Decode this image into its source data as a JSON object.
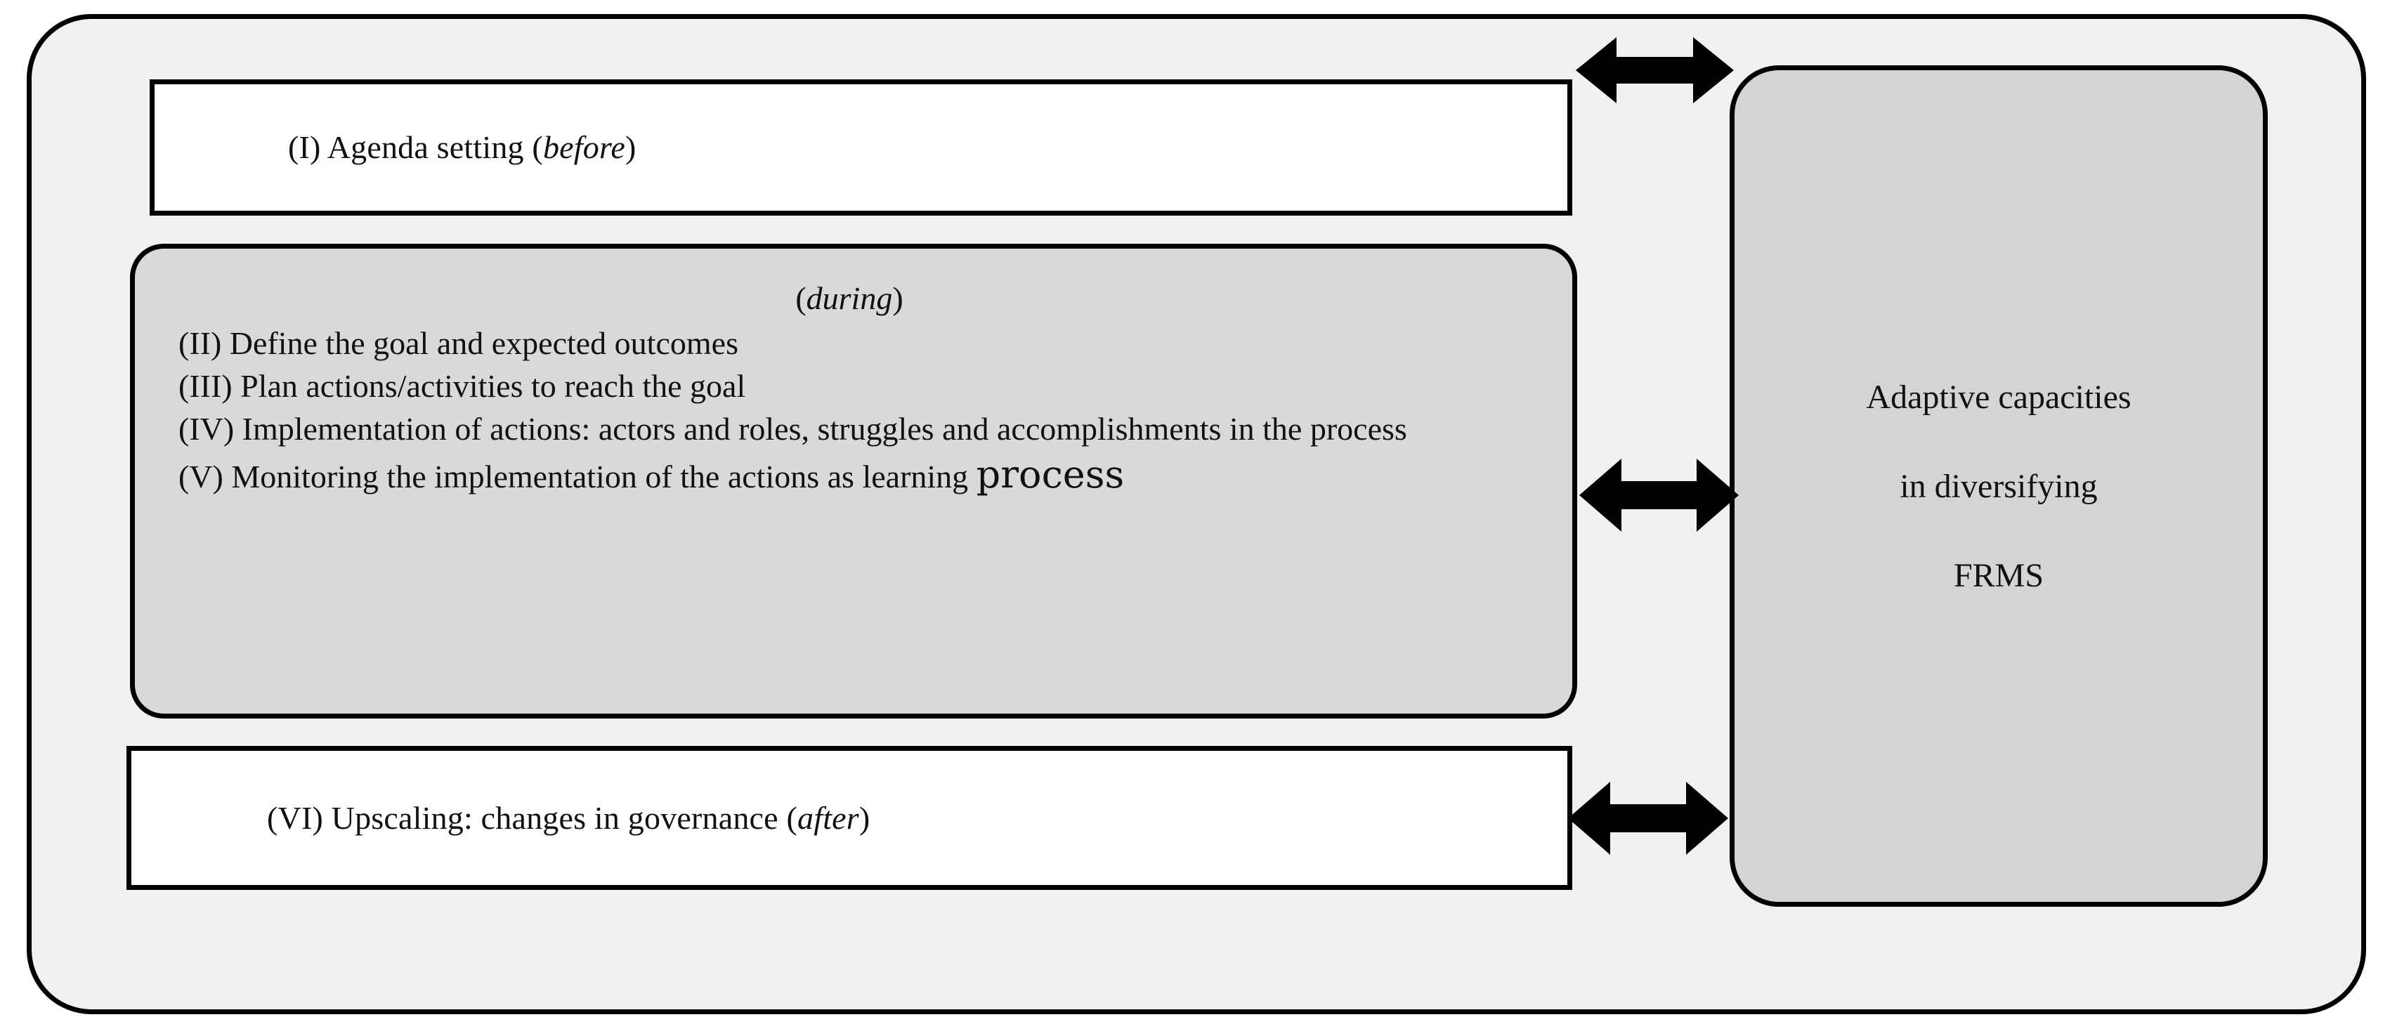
{
  "diagram": {
    "title_semantic": "Framework of participatory process phases linked to adaptive capacities in diversifying FRMS",
    "colors": {
      "outer_background": "#f1f1f1",
      "grey_box_fill": "#d9d9d9",
      "right_box_fill": "#d4d4d4",
      "white_box_fill": "#ffffff",
      "border": "#000000",
      "text": "#111111"
    },
    "phase_before": {
      "id": "I",
      "label_plain": "(I) Agenda setting (before)",
      "prefix": "(I) Agenda setting (",
      "emphasis": "before",
      "suffix": ")"
    },
    "phase_during": {
      "header_open": "(",
      "header_emphasis": "during",
      "header_close": ")",
      "items": [
        {
          "id": "II",
          "text": "(II) Define the goal and expected outcomes"
        },
        {
          "id": "III",
          "text": "(III) Plan actions/activities to reach the goal"
        },
        {
          "id": "IV",
          "text": "(IV) Implementation of actions: actors and roles, struggles and accomplishments in the process"
        },
        {
          "id": "V",
          "text_main": "(V) Monitoring the implementation of the actions as learning ",
          "text_emphasis": "process"
        }
      ]
    },
    "phase_after": {
      "id": "VI",
      "label_plain": "(VI) Upscaling: changes in governance (after)",
      "prefix": "(VI) Upscaling: changes in governance (",
      "emphasis": "after",
      "suffix": ")"
    },
    "right_panel": {
      "lines": [
        "Adaptive capacities",
        "in diversifying",
        "FRMS"
      ]
    },
    "connectors": [
      {
        "name": "arrow-top",
        "type": "double-headed-arrow",
        "from": "phase_before",
        "to": "right_panel"
      },
      {
        "name": "arrow-middle",
        "type": "double-headed-arrow",
        "from": "phase_during",
        "to": "right_panel"
      },
      {
        "name": "arrow-bottom",
        "type": "double-headed-arrow",
        "from": "phase_after",
        "to": "right_panel"
      }
    ]
  }
}
